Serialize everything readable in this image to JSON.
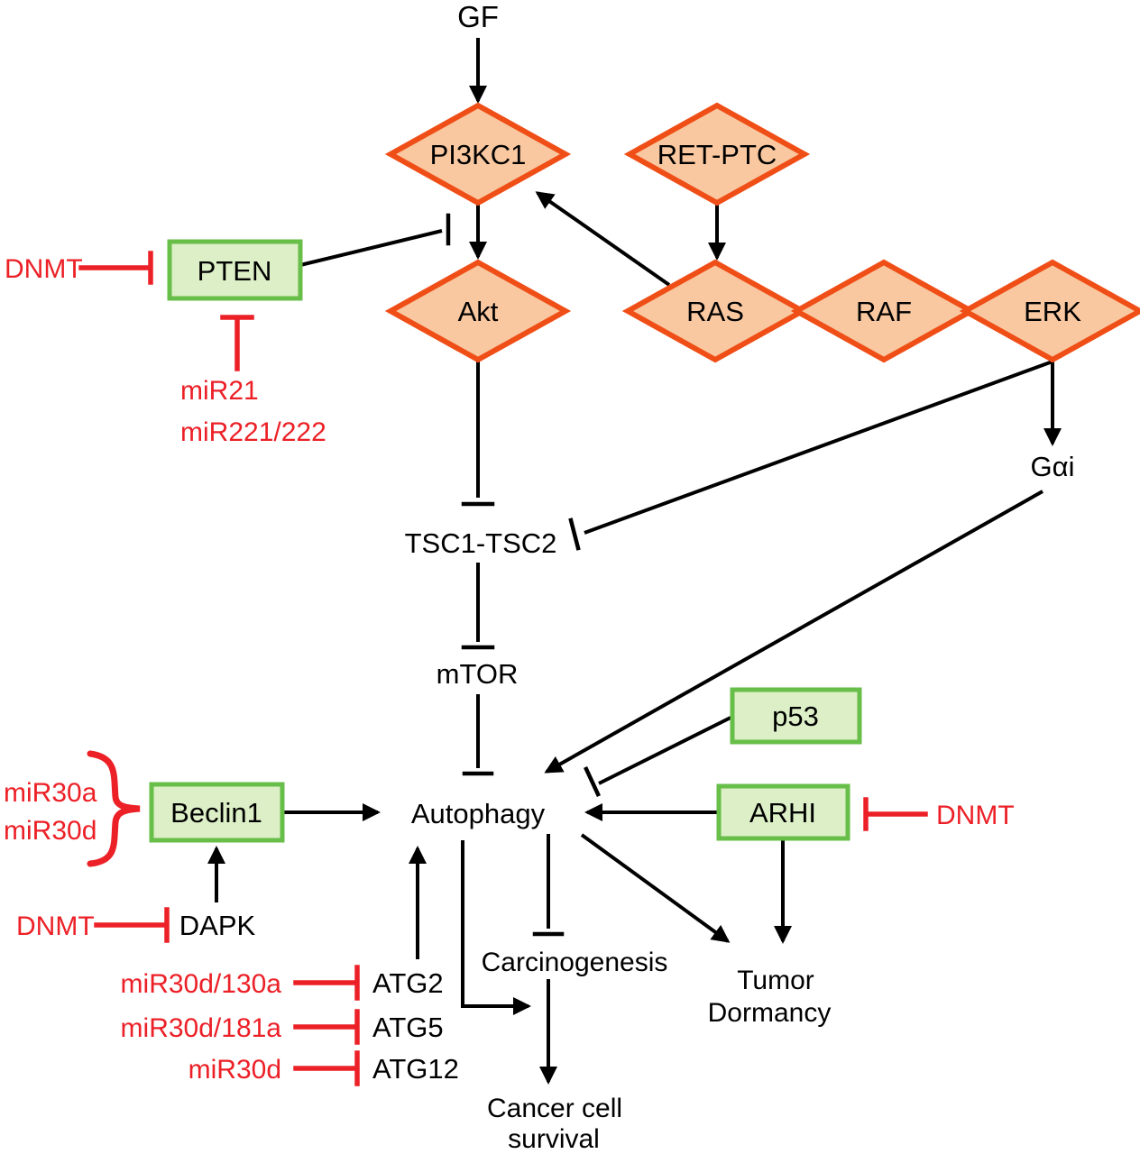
{
  "figure": {
    "description": "Signaling pathway diagram of autophagy regulation in cancer",
    "colors": {
      "diamond_fill": "#F9C8A0",
      "diamond_border": "#F04E17",
      "green_box_fill": "#DCEFC6",
      "green_box_border": "#67BE48",
      "inhibitor_red": "#EC2027",
      "line_black": "#000000",
      "background": "#FFFFFF"
    }
  },
  "diamonds": {
    "pi3kc1": "PI3KC1",
    "ret_ptc": "RET-PTC",
    "akt": "Akt",
    "ras": "RAS",
    "raf": "RAF",
    "erk": "ERK"
  },
  "green_boxes": {
    "pten": "PTEN",
    "p53": "p53",
    "beclin1": "Beclin1",
    "arhi": "ARHI"
  },
  "nodes": {
    "gf": "GF",
    "gai": "Gαi",
    "tsc1_tsc2": "TSC1-TSC2",
    "mtor": "mTOR",
    "autophagy": "Autophagy",
    "dapk": "DAPK",
    "atg2": "ATG2",
    "atg5": "ATG5",
    "atg12": "ATG12",
    "carcinogenesis": "Carcinogenesis",
    "tumor_dormancy": {
      "line1": "Tumor",
      "line2": "Dormancy"
    },
    "cancer_cell_survival": {
      "line1": "Cancer cell",
      "line2": "survival"
    }
  },
  "red_labels": {
    "dnmt_pten": "DNMT",
    "mir21": "miR21",
    "mir221_222": "miR221/222",
    "mir30a": "miR30a",
    "mir30d": "miR30d",
    "dnmt_dapk": "DNMT",
    "dnmt_arhi": "DNMT",
    "mir30d_130a": "miR30d/130a",
    "mir30d_181a": "miR30d/181a",
    "mir30d_atg12": "miR30d"
  }
}
